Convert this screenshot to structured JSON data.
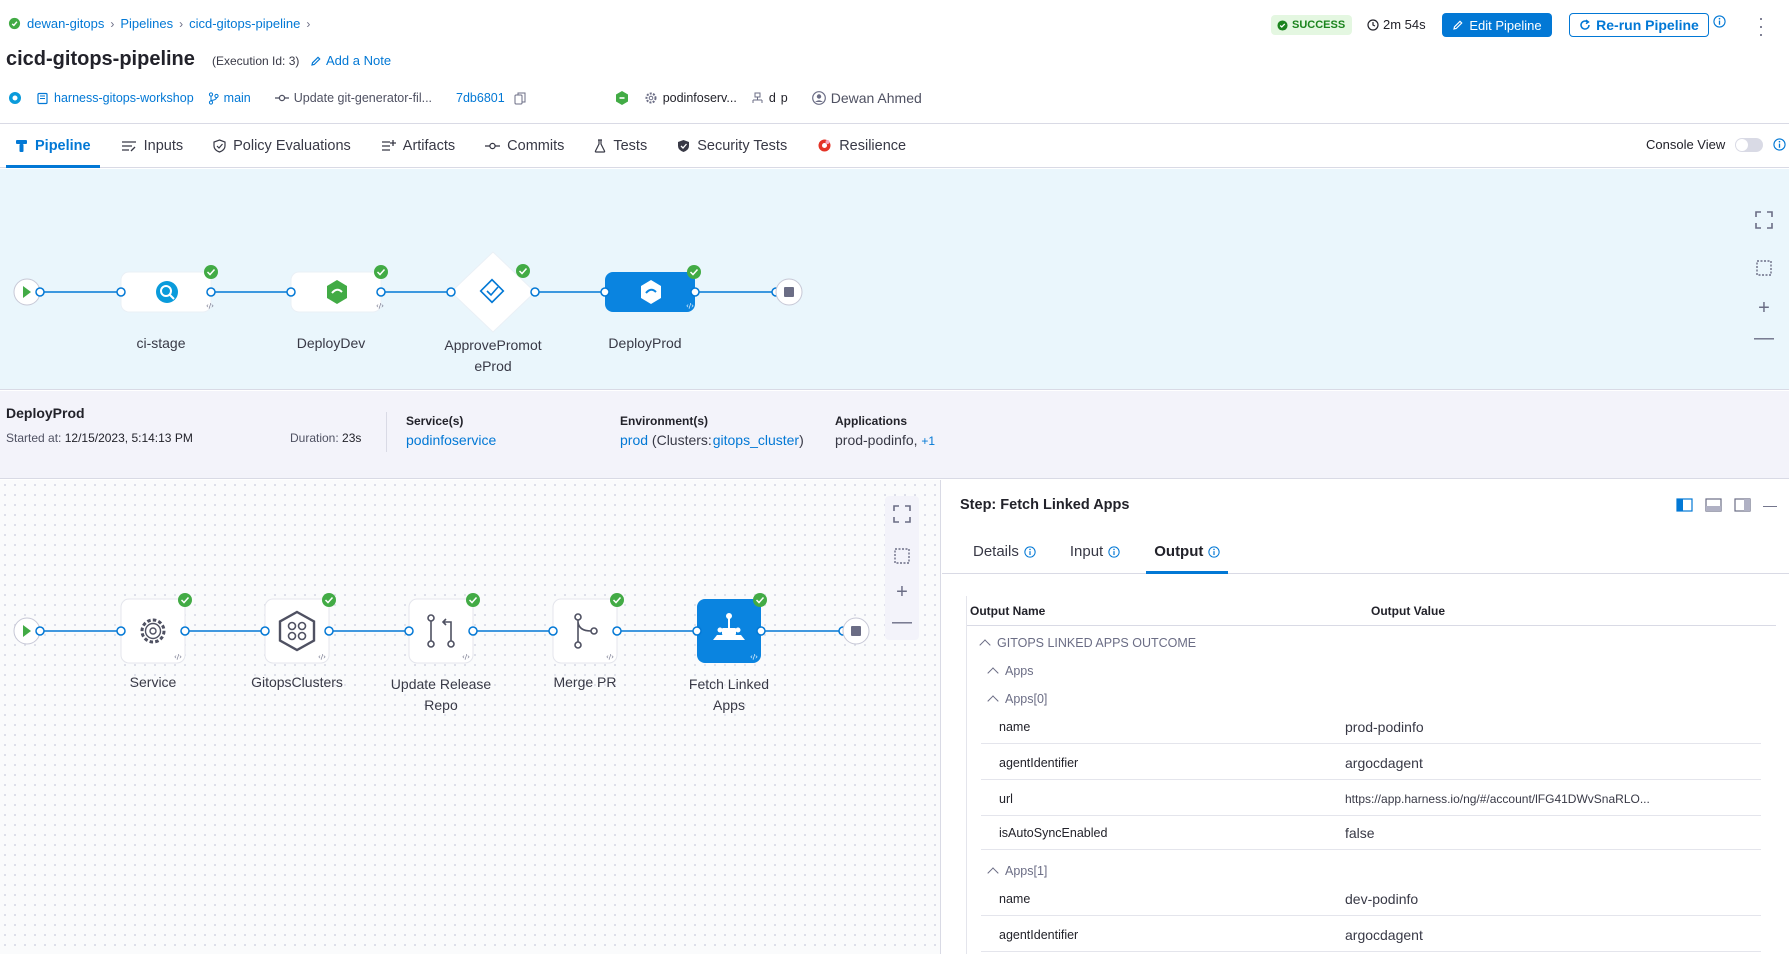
{
  "breadcrumbs": [
    "dewan-gitops",
    "Pipelines",
    "cicd-gitops-pipeline"
  ],
  "pipeline": {
    "title": "cicd-gitops-pipeline",
    "execution_id": "(Execution Id: 3)",
    "add_note": "Add a Note",
    "status": "SUCCESS",
    "duration": "2m 54s",
    "edit_label": "Edit Pipeline",
    "rerun_label": "Re-run Pipeline"
  },
  "meta": {
    "repo": "harness-gitops-workshop",
    "branch": "main",
    "commit_message": "Update git-generator-fil...",
    "commit_sha": "7db6801",
    "service": "podinfoserv...",
    "short_a": "d",
    "short_b": "p",
    "user": "Dewan Ahmed"
  },
  "tabs": [
    {
      "label": "Pipeline",
      "icon": "pipeline-icon"
    },
    {
      "label": "Inputs",
      "icon": "inputs-icon"
    },
    {
      "label": "Policy Evaluations",
      "icon": "policy-icon"
    },
    {
      "label": "Artifacts",
      "icon": "artifacts-icon"
    },
    {
      "label": "Commits",
      "icon": "commit-icon"
    },
    {
      "label": "Tests",
      "icon": "tests-icon"
    },
    {
      "label": "Security Tests",
      "icon": "shield-icon"
    },
    {
      "label": "Resilience",
      "icon": "resilience-icon"
    }
  ],
  "console_view": "Console View",
  "stages": [
    {
      "name": "ci-stage",
      "icon": "ci-icon",
      "status": "success"
    },
    {
      "name": "DeployDev",
      "icon": "deploy-icon",
      "status": "success"
    },
    {
      "name": "ApprovePromot",
      "name2": "eProd",
      "icon": "approval-icon",
      "status": "success"
    },
    {
      "name": "DeployProd",
      "icon": "deploy-icon",
      "status": "success",
      "selected": true
    }
  ],
  "stage_summary": {
    "name": "DeployProd",
    "started_label": "Started at:",
    "started_value": "12/15/2023, 5:14:13 PM",
    "duration_label": "Duration:",
    "duration_value": "23s",
    "services_label": "Service(s)",
    "services_value": "podinfoservice",
    "env_label": "Environment(s)",
    "env_value": "prod",
    "env_clusters_prefix": "(Clusters:",
    "env_cluster": "gitops_cluster",
    "env_clusters_suffix": ")",
    "apps_label": "Applications",
    "apps_value": "prod-podinfo,",
    "apps_more": "+1"
  },
  "steps": [
    {
      "name": "Service",
      "icon": "gear-icon"
    },
    {
      "name": "GitopsClusters",
      "icon": "clusters-icon"
    },
    {
      "name": "Update Release",
      "name2": "Repo",
      "icon": "release-repo-icon"
    },
    {
      "name": "Merge PR",
      "icon": "merge-icon"
    },
    {
      "name": "Fetch Linked",
      "name2": "Apps",
      "icon": "fetch-apps-icon",
      "selected": true
    }
  ],
  "step_panel": {
    "title": "Step: Fetch Linked Apps",
    "tabs": [
      "Details",
      "Input",
      "Output"
    ],
    "active_tab": "Output",
    "col_name": "Output Name",
    "col_value": "Output Value",
    "outcome_label": "GITOPS LINKED APPS OUTCOME",
    "apps_label": "Apps",
    "apps": [
      {
        "label": "Apps[0]",
        "fields": [
          {
            "key": "name",
            "value": "prod-podinfo"
          },
          {
            "key": "agentIdentifier",
            "value": "argocdagent"
          },
          {
            "key": "url",
            "value": "https://app.harness.io/ng/#/account/lFG41DWvSnaRLO..."
          },
          {
            "key": "isAutoSyncEnabled",
            "value": "false"
          }
        ]
      },
      {
        "label": "Apps[1]",
        "fields": [
          {
            "key": "name",
            "value": "dev-podinfo"
          },
          {
            "key": "agentIdentifier",
            "value": "argocdagent"
          }
        ]
      }
    ]
  },
  "colors": {
    "primary": "#0278d5",
    "success": "#42ab45",
    "canvas_bg": "#eaf6fc"
  }
}
